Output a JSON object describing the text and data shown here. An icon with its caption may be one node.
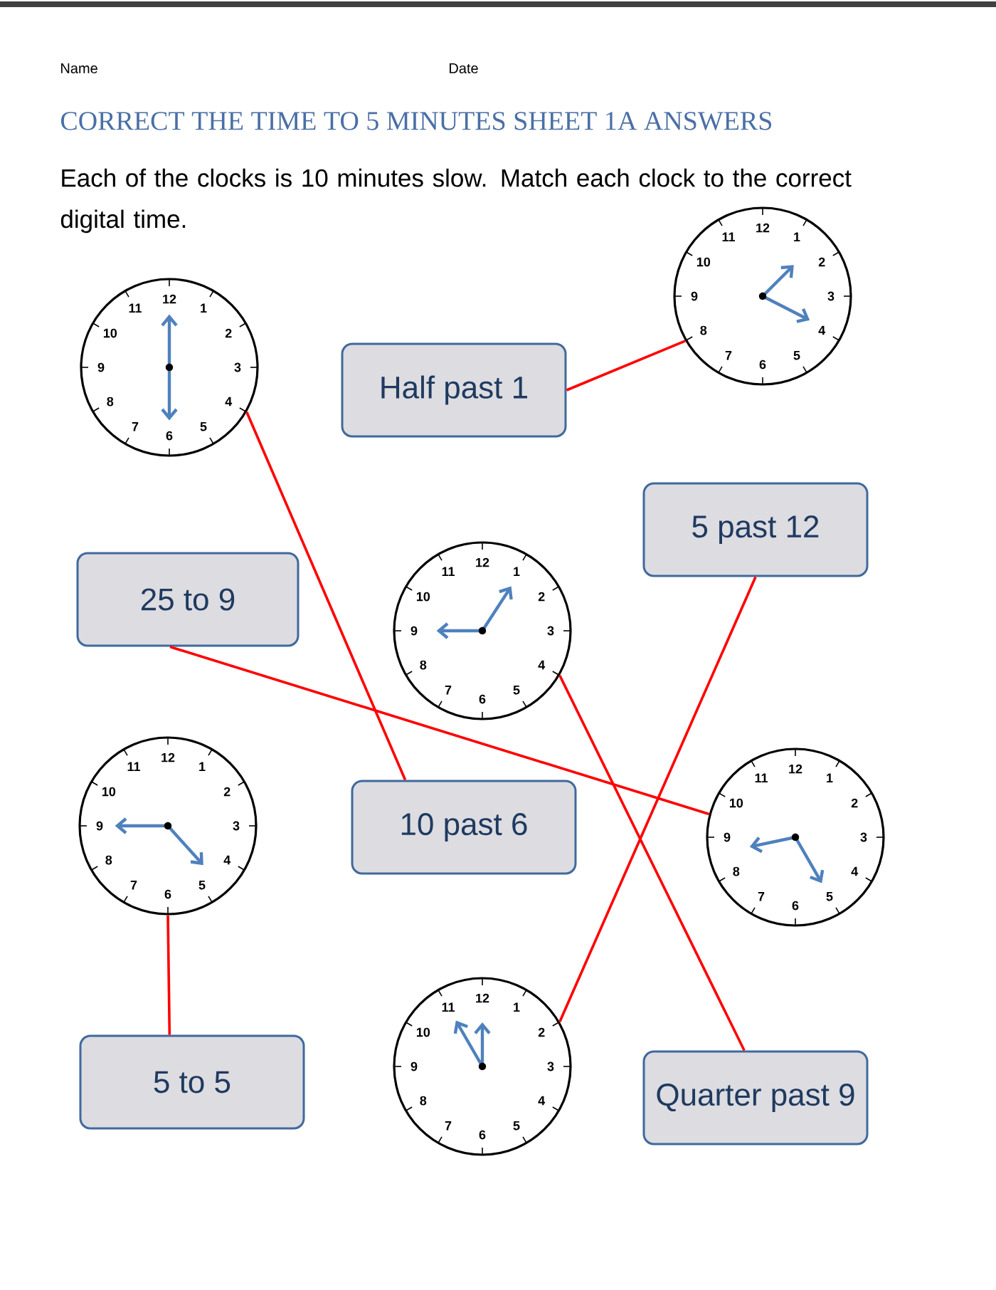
{
  "diagram": {
    "title": "CORRECT THE TIME TO 5 MINUTES SHEET 1A ANSWERS",
    "nodes": [
      {
        "text": [
          "12",
          "1",
          "2",
          "3",
          "4",
          "5",
          "6",
          "7",
          "8",
          "9",
          "10",
          "11"
        ]
      },
      {
        "text": [
          "12",
          "1",
          "2",
          "3",
          "4",
          "5",
          "6",
          "7",
          "8",
          "9",
          "10",
          "11"
        ]
      },
      {
        "text": [
          "Half past 1"
        ]
      },
      {
        "text": [
          "5 past 12"
        ]
      },
      {
        "text": [
          "25 to 9"
        ]
      },
      {
        "text": [
          "12",
          "1",
          "2",
          "3",
          "4",
          "5",
          "6",
          "7",
          "8",
          "9",
          "10",
          "11"
        ]
      },
      {
        "text": [
          "12",
          "1",
          "2",
          "3",
          "4",
          "5",
          "6",
          "7",
          "8",
          "9",
          "10",
          "11"
        ]
      },
      {
        "text": [
          "10 past 6"
        ]
      },
      {
        "text": [
          "12",
          "1",
          "2",
          "3",
          "4",
          "5",
          "6",
          "7",
          "8",
          "9",
          "10",
          "11"
        ]
      },
      {
        "text": [
          "12",
          "1",
          "2",
          "3",
          "4",
          "5",
          "6",
          "7",
          "8",
          "9",
          "10",
          "11"
        ]
      },
      {
        "text": [
          "5 to 5"
        ]
      },
      {
        "text": [
          "Quarter past 9"
        ]
      }
    ],
    "edges": [
      {
        "from": 0,
        "to": 7,
        "arrow": "none"
      },
      {
        "from": 2,
        "to": 1,
        "arrow": "none"
      },
      {
        "from": 4,
        "to": 8,
        "arrow": "none"
      },
      {
        "from": 5,
        "to": 11,
        "arrow": "none"
      },
      {
        "from": 3,
        "to": 9,
        "arrow": "none"
      },
      {
        "from": 6,
        "to": 10,
        "arrow": "none"
      }
    ],
    "labels": [
      "Name",
      "Date",
      "Each of the clocks is 10 minutes slow. Match each clock to the correct digital time."
    ]
  }
}
